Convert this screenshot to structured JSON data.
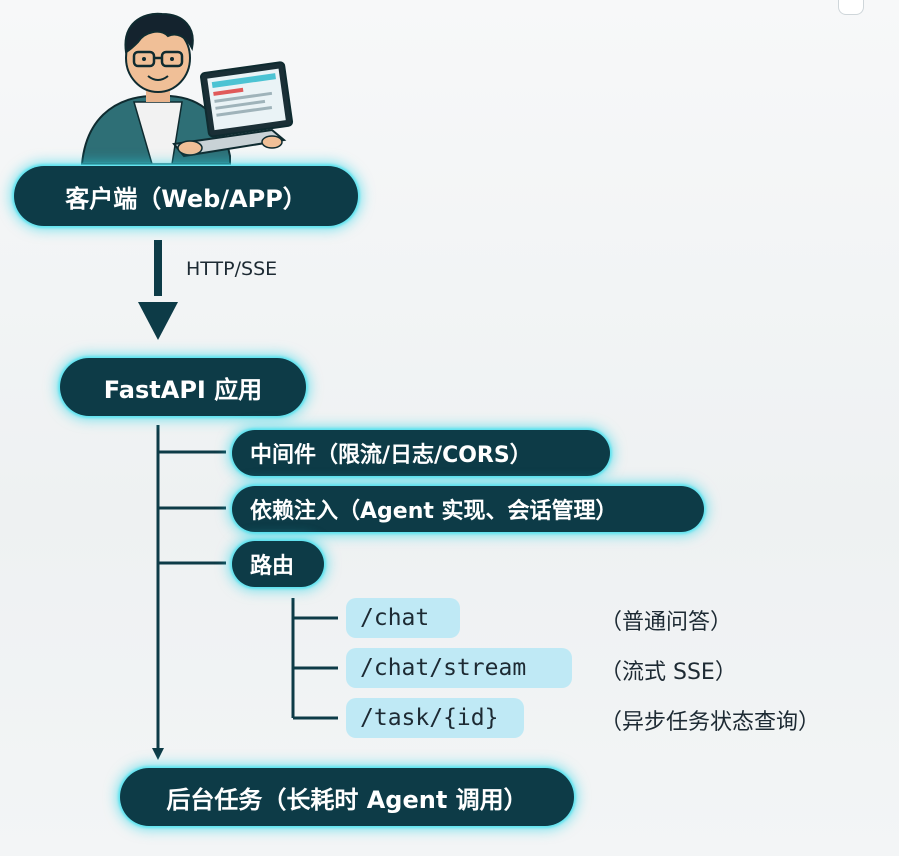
{
  "client": "客户端（Web/APP）",
  "edge_label": "HTTP/SSE",
  "app": "FastAPI 应用",
  "components": [
    "中间件（限流/日志/CORS）",
    "依赖注入（Agent 实现、会话管理）",
    "路由"
  ],
  "routes": [
    {
      "path": "/chat",
      "desc": "（普通问答）"
    },
    {
      "path": "/chat/stream",
      "desc": "（流式 SSE）"
    },
    {
      "path": "/task/{id}",
      "desc": "（异步任务状态查询）"
    }
  ],
  "background": "后台任务（长耗时 Agent 调用）",
  "icons": {
    "person": "developer-with-laptop-icon",
    "corner": "expand-icon"
  },
  "colors": {
    "pill": "#0d3b47",
    "glow": "#26d6e8",
    "route_bg": "#bfe9f5",
    "line": "#0d3b47"
  }
}
